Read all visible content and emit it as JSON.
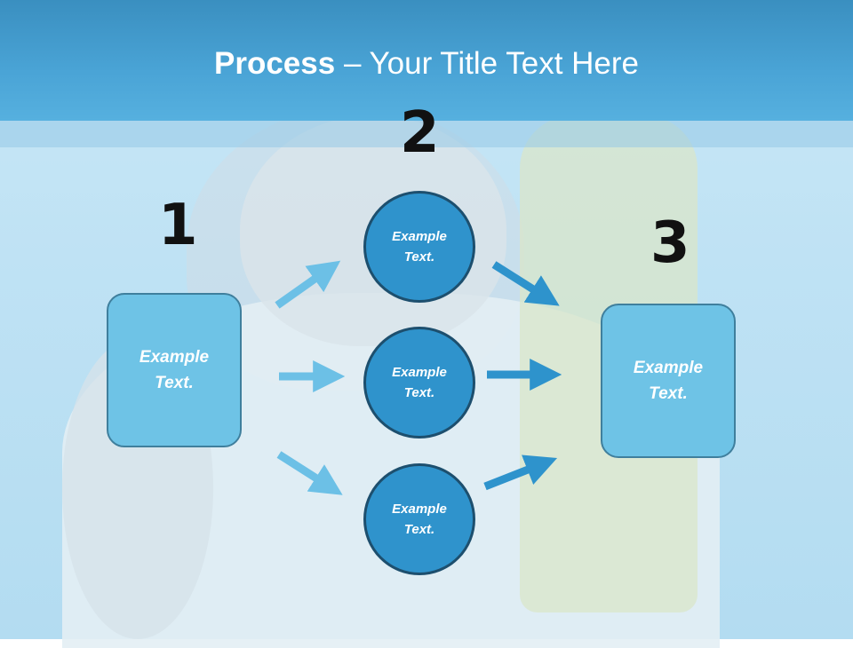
{
  "title": {
    "bold": "Process",
    "rest": " – Your Title Text Here"
  },
  "steps": [
    {
      "number": "1"
    },
    {
      "number": "2"
    },
    {
      "number": "3"
    }
  ],
  "left_box": {
    "text": "Example Text."
  },
  "circles": [
    {
      "text": "Example Text."
    },
    {
      "text": "Example Text."
    },
    {
      "text": "Example Text."
    }
  ],
  "right_box": {
    "text": "Example Text."
  },
  "colors": {
    "header": "#4aa4d6",
    "box": "#6ec3e6",
    "circle": "#2f93cc",
    "arrow_light": "#6cc0e6",
    "arrow_dark": "#2e93cc"
  }
}
